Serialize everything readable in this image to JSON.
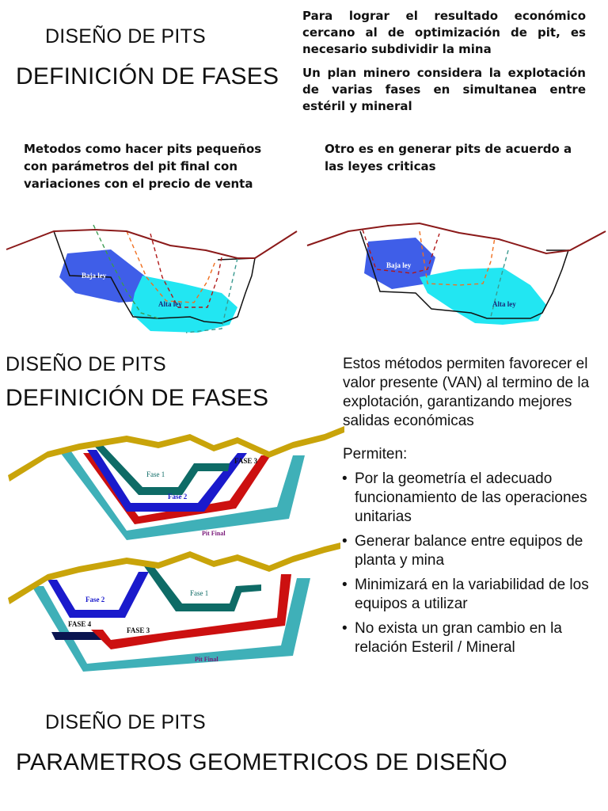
{
  "slide1": {
    "subtitle": "DISEÑO DE PITS",
    "title": "DEFINICIÓN DE FASES",
    "para1": "Para lograr el resultado económico cercano al de optimización de pit, es necesario subdividir la mina",
    "para2": "Un plan minero considera la explotación de varias fases en simultanea entre estéril y mineral",
    "method_left": "Metodos como hacer pits pequeños con parámetros del pit final con variaciones con el precio de venta",
    "method_right": "Otro es en generar pits de acuerdo a las leyes criticas",
    "diagram_left": {
      "low_grade": "Baja ley",
      "high_grade": "Alta ley"
    },
    "diagram_right": {
      "low_grade": "Baja ley",
      "high_grade": "Alta ley"
    },
    "colors": {
      "topography": "#8b1a1a",
      "low_grade": "#3f5ee8",
      "high_grade": "#22e6f2",
      "pit_outline": "#111111"
    }
  },
  "slide2": {
    "subtitle": "DISEÑO DE PITS",
    "title": "DEFINICIÓN DE FASES",
    "intro": "Estos métodos permiten favorecer el valor presente (VAN) al termino de la explotación, garantizando mejores salidas económicas",
    "permiten": "Permiten:",
    "bullet_symbol": "•",
    "bullets": [
      "Por la geometría el adecuado funcionamiento de las operaciones unitarias",
      "Generar balance entre equipos de planta y mina",
      "Minimizará en la variabilidad de los equipos a utilizar",
      "No exista un gran cambio en la relación Esteril / Mineral"
    ],
    "diagram_top": {
      "fase1": "Fase 1",
      "fase2": "Fase 2",
      "fase3": "FASE 3",
      "pit_final": "Pit Final"
    },
    "diagram_bottom": {
      "fase1": "Fase 1",
      "fase2": "Fase 2",
      "fase3": "FASE 3",
      "fase4": "FASE 4",
      "pit_final": "Pit Final"
    },
    "colors": {
      "surface": "#c9a40a",
      "fase1": "#0e6b66",
      "fase2": "#1a1acc",
      "fase3": "#cc1010",
      "fase4": "#0a1450",
      "pit_final": "#3fb0b8",
      "label_pit": "#7a1a7a"
    }
  },
  "slide3": {
    "subtitle": "DISEÑO DE PITS",
    "title": "PARAMETROS GEOMETRICOS DE DISEÑO"
  }
}
